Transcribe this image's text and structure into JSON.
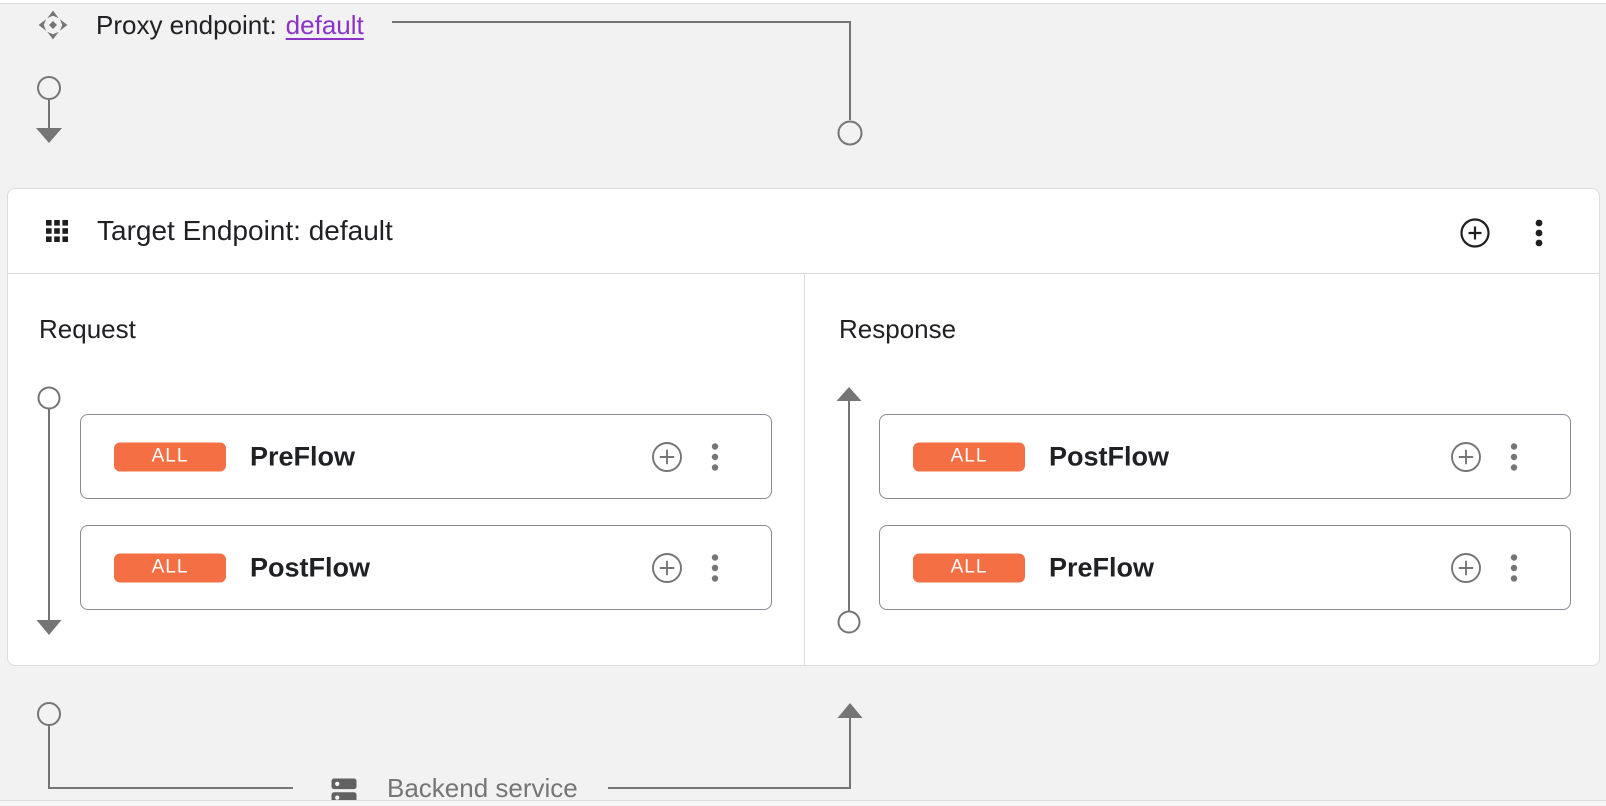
{
  "colors": {
    "background": "#f2f2f2",
    "accent_orange": "#f46f43",
    "link_purple": "#8c33c7",
    "connector_gray": "#757575",
    "card_border": "#dadce0",
    "flow_card_border": "#878c91",
    "text_primary": "#202124",
    "text_secondary": "#757575"
  },
  "proxy_row": {
    "icon": "proxy-endpoint-icon",
    "label": "Proxy endpoint:",
    "link": "default"
  },
  "target_endpoint": {
    "icon": "grid-icon",
    "title": "Target Endpoint: default",
    "add_button_icon": "add-circle-icon",
    "menu_button_icon": "kebab-menu-icon",
    "request": {
      "label": "Request",
      "flows": [
        {
          "condition": "ALL",
          "name": "PreFlow"
        },
        {
          "condition": "ALL",
          "name": "PostFlow"
        }
      ]
    },
    "response": {
      "label": "Response",
      "flows": [
        {
          "condition": "ALL",
          "name": "PostFlow"
        },
        {
          "condition": "ALL",
          "name": "PreFlow"
        }
      ]
    }
  },
  "backend": {
    "icon": "backend-service-icon",
    "label": "Backend service"
  }
}
